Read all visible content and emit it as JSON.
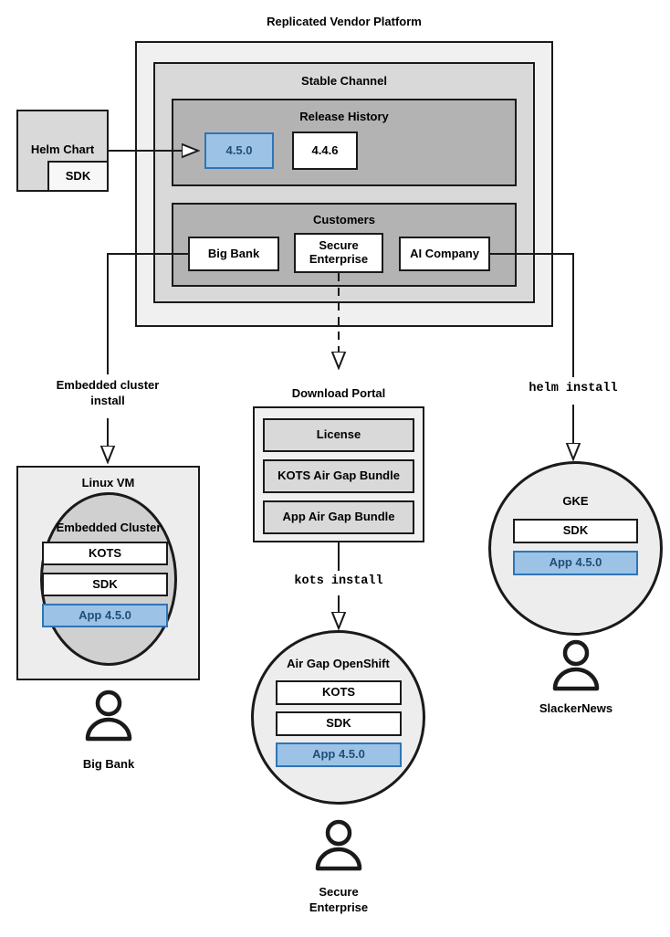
{
  "diagram": {
    "title": "Replicated Vendor Platform",
    "platform": {
      "channel_title": "Stable Channel",
      "release_history": {
        "title": "Release History",
        "releases": [
          {
            "version": "4.5.0",
            "highlighted": true
          },
          {
            "version": "4.4.6",
            "highlighted": false
          }
        ]
      },
      "customers": {
        "title": "Customers",
        "items": [
          {
            "name": "Big Bank"
          },
          {
            "name": "Secure\nEnterprise"
          },
          {
            "name": "AI Company"
          }
        ]
      }
    },
    "source": {
      "title": "Helm Chart",
      "sub": "SDK"
    },
    "connectors": {
      "embedded_cluster_install": "Embedded cluster\ninstall",
      "helm_install": "helm install",
      "kots_install": "kots install"
    },
    "download_portal": {
      "title": "Download Portal",
      "artifacts": [
        "License",
        "KOTS Air Gap Bundle",
        "App Air Gap Bundle"
      ]
    },
    "targets": [
      {
        "id": "linux-vm",
        "title": "Linux VM",
        "inner_title": "Embedded Cluster",
        "components": [
          {
            "label": "KOTS",
            "highlighted": false
          },
          {
            "label": "SDK",
            "highlighted": false
          },
          {
            "label": "App 4.5.0",
            "highlighted": true
          }
        ],
        "customer": "Big Bank"
      },
      {
        "id": "air-gap-openshift",
        "title": "Air Gap OpenShift",
        "components": [
          {
            "label": "KOTS",
            "highlighted": false
          },
          {
            "label": "SDK",
            "highlighted": false
          },
          {
            "label": "App 4.5.0",
            "highlighted": true
          }
        ],
        "customer": "Secure\nEnterprise"
      },
      {
        "id": "gke",
        "title": "GKE",
        "components": [
          {
            "label": "SDK",
            "highlighted": false
          },
          {
            "label": "App 4.5.0",
            "highlighted": true
          }
        ],
        "customer": "SlackerNews"
      }
    ],
    "colors": {
      "highlight_fill": "#9CC3E5",
      "highlight_border": "#2E75B6",
      "highlight_text": "#1F4E79",
      "stroke": "#1a1a1a",
      "platform_bg": "#F0F0F0",
      "channel_bg": "#D9D9D9",
      "subgroup_bg": "#B3B3B3",
      "portal_item_bg": "#D9D9D9",
      "vm_bg": "#EDEDED",
      "cluster_circle_bg": "#D0D0D0",
      "circle_bg": "#EDEDED"
    }
  }
}
